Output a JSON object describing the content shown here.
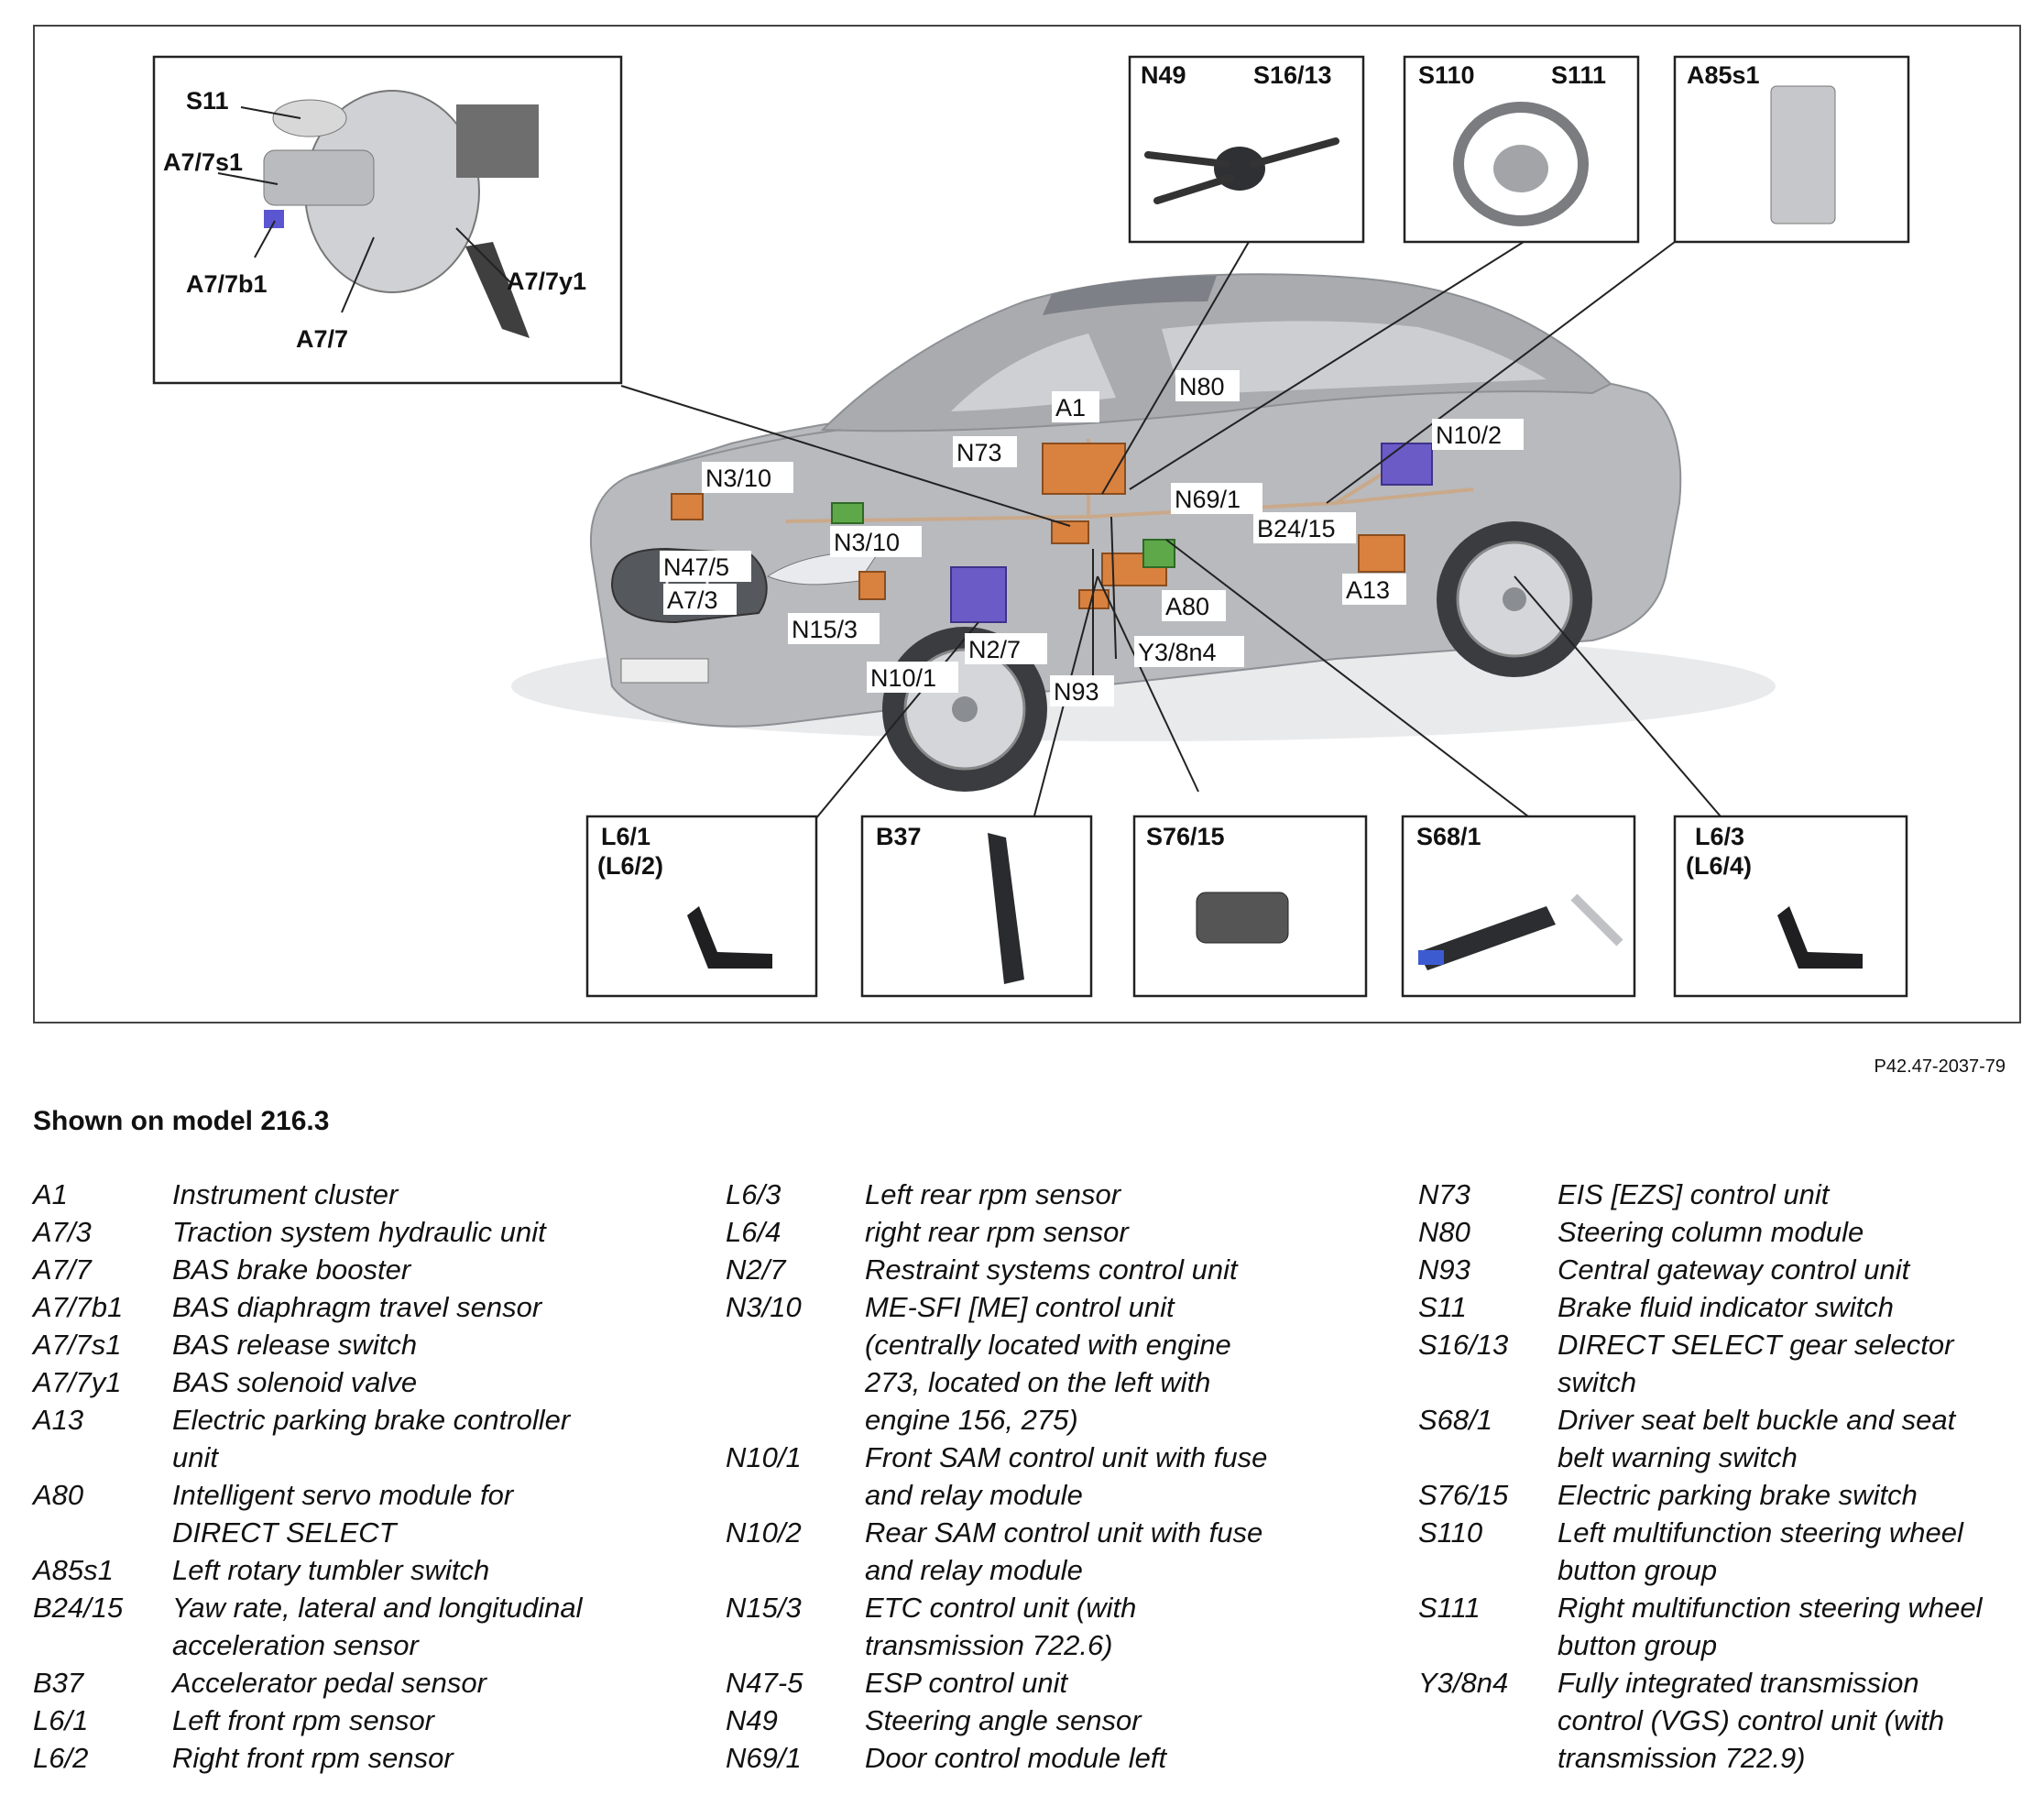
{
  "diagram": {
    "inset_labels": {
      "brake_inset": [
        "S11",
        "A7/7s1",
        "A7/7b1",
        "A7/7",
        "A7/7y1"
      ],
      "steering_inset": [
        "N49",
        "S16/13"
      ],
      "wheel_inset": [
        "S110",
        "S111"
      ],
      "tumbler_inset": [
        "A85s1"
      ],
      "rpm_front_inset": [
        "L6/1",
        "(L6/2)"
      ],
      "pedal_inset": [
        "B37"
      ],
      "park_switch_inset": [
        "S76/15"
      ],
      "seatbelt_inset": [
        "S68/1"
      ],
      "rpm_rear_inset": [
        "L6/3",
        "(L6/4)"
      ]
    },
    "car_labels": [
      "N3/10",
      "N73",
      "A1",
      "N80",
      "N10/2",
      "N69/1",
      "B24/15",
      "N3/10",
      "N47/5",
      "A7/3",
      "N15/3",
      "N2/7",
      "N10/1",
      "N93",
      "Y3/8n4",
      "A80",
      "A13"
    ],
    "reference_code": "P42.47-2037-79",
    "colors": {
      "car_body": "#b7b9bd",
      "car_shadow": "#8c8f94",
      "module_orange": "#d9813f",
      "module_purple": "#6a5bc7",
      "module_green": "#5ea84a",
      "leader_line": "#222222"
    }
  },
  "caption": "Shown on model 216.3",
  "legend": {
    "col1": [
      {
        "code": "A1",
        "desc": [
          "Instrument cluster"
        ]
      },
      {
        "code": "A7/3",
        "desc": [
          "Traction system hydraulic unit"
        ]
      },
      {
        "code": "A7/7",
        "desc": [
          "BAS brake booster"
        ]
      },
      {
        "code": "A7/7b1",
        "desc": [
          "BAS diaphragm travel sensor"
        ]
      },
      {
        "code": "A7/7s1",
        "desc": [
          "BAS release switch"
        ]
      },
      {
        "code": "A7/7y1",
        "desc": [
          "BAS solenoid valve"
        ]
      },
      {
        "code": "A13",
        "desc": [
          "Electric parking brake controller",
          "unit"
        ]
      },
      {
        "code": "A80",
        "desc": [
          "Intelligent servo module for",
          "DIRECT SELECT"
        ]
      },
      {
        "code": "A85s1",
        "desc": [
          "Left rotary tumbler switch"
        ]
      },
      {
        "code": "B24/15",
        "desc": [
          "Yaw rate, lateral and longitudinal",
          "acceleration sensor"
        ]
      },
      {
        "code": "B37",
        "desc": [
          "Accelerator pedal sensor"
        ]
      },
      {
        "code": "L6/1",
        "desc": [
          "Left front rpm sensor"
        ]
      },
      {
        "code": "L6/2",
        "desc": [
          "Right front rpm sensor"
        ]
      }
    ],
    "col2": [
      {
        "code": "L6/3",
        "desc": [
          "Left rear rpm sensor"
        ]
      },
      {
        "code": "L6/4",
        "desc": [
          "right rear rpm sensor"
        ]
      },
      {
        "code": "N2/7",
        "desc": [
          "Restraint systems control unit"
        ]
      },
      {
        "code": "N3/10",
        "desc": [
          "ME-SFI [ME] control unit",
          "(centrally located with engine",
          "273, located on the left with",
          "engine 156, 275)"
        ]
      },
      {
        "code": "N10/1",
        "desc": [
          "Front SAM control unit with fuse",
          "and relay module"
        ]
      },
      {
        "code": "N10/2",
        "desc": [
          "Rear SAM control unit with fuse",
          "and relay module"
        ]
      },
      {
        "code": "N15/3",
        "desc": [
          "ETC control unit (with",
          "transmission 722.6)"
        ]
      },
      {
        "code": "N47-5",
        "desc": [
          "ESP control unit"
        ]
      },
      {
        "code": "N49",
        "desc": [
          "Steering angle sensor"
        ]
      },
      {
        "code": "N69/1",
        "desc": [
          "Door control module left"
        ]
      }
    ],
    "col3": [
      {
        "code": "N73",
        "desc": [
          "EIS [EZS] control unit"
        ]
      },
      {
        "code": "N80",
        "desc": [
          "Steering column module"
        ]
      },
      {
        "code": "N93",
        "desc": [
          "Central gateway control unit"
        ]
      },
      {
        "code": "S11",
        "desc": [
          "Brake fluid indicator switch"
        ]
      },
      {
        "code": "S16/13",
        "desc": [
          "DIRECT SELECT gear selector",
          "switch"
        ]
      },
      {
        "code": "S68/1",
        "desc": [
          "Driver seat belt buckle and seat",
          "belt warning switch"
        ]
      },
      {
        "code": "S76/15",
        "desc": [
          "Electric parking brake switch"
        ]
      },
      {
        "code": "S110",
        "desc": [
          "Left multifunction steering wheel",
          "button group"
        ]
      },
      {
        "code": "S111",
        "desc": [
          "Right multifunction steering wheel",
          "button group"
        ]
      },
      {
        "code": "Y3/8n4",
        "desc": [
          "Fully integrated transmission",
          "control (VGS) control unit (with",
          "transmission 722.9)"
        ]
      }
    ]
  }
}
